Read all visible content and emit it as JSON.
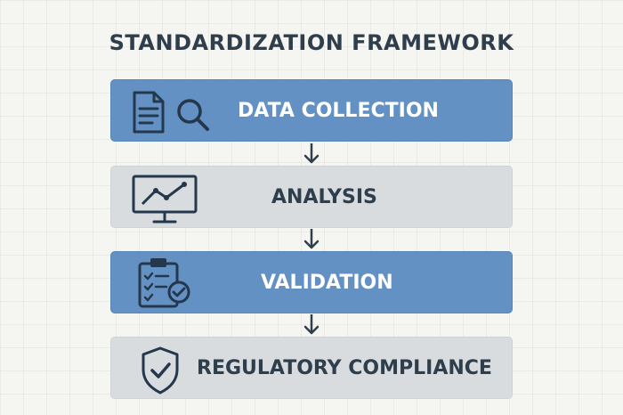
{
  "diagram": {
    "title": "STANDARDIZATION FRAMEWORK",
    "steps": [
      {
        "label": "DATA COLLECTION",
        "icon": "document-search-icon",
        "style": "blue"
      },
      {
        "label": "ANALYSIS",
        "icon": "monitor-chart-icon",
        "style": "grey"
      },
      {
        "label": "VALIDATION",
        "icon": "clipboard-check-icon",
        "style": "blue"
      },
      {
        "label": "REGULATORY COMPLIANCE",
        "icon": "shield-check-icon",
        "style": "grey"
      }
    ],
    "connectors": 3
  },
  "colors": {
    "background": "#f5f5f1",
    "blue_step": "#6391c3",
    "grey_step": "#d9dcde",
    "text_dark": "#2f3e4c",
    "text_light": "#ffffff",
    "arrow": "#2f3e4c"
  }
}
